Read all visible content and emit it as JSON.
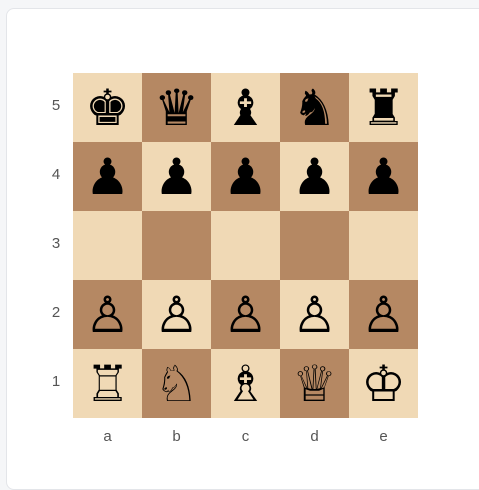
{
  "board": {
    "files": [
      "a",
      "b",
      "c",
      "d",
      "e"
    ],
    "ranks": [
      "5",
      "4",
      "3",
      "2",
      "1"
    ],
    "rows": [
      [
        {
          "piece": "♚",
          "name": "black-king"
        },
        {
          "piece": "♛",
          "name": "black-queen"
        },
        {
          "piece": "♝",
          "name": "black-bishop"
        },
        {
          "piece": "♞",
          "name": "black-knight"
        },
        {
          "piece": "♜",
          "name": "black-rook"
        }
      ],
      [
        {
          "piece": "♟",
          "name": "black-pawn"
        },
        {
          "piece": "♟",
          "name": "black-pawn"
        },
        {
          "piece": "♟",
          "name": "black-pawn"
        },
        {
          "piece": "♟",
          "name": "black-pawn"
        },
        {
          "piece": "♟",
          "name": "black-pawn"
        }
      ],
      [
        {
          "piece": "",
          "name": "empty"
        },
        {
          "piece": "",
          "name": "empty"
        },
        {
          "piece": "",
          "name": "empty"
        },
        {
          "piece": "",
          "name": "empty"
        },
        {
          "piece": "",
          "name": "empty"
        }
      ],
      [
        {
          "piece": "♙",
          "name": "white-pawn"
        },
        {
          "piece": "♙",
          "name": "white-pawn"
        },
        {
          "piece": "♙",
          "name": "white-pawn"
        },
        {
          "piece": "♙",
          "name": "white-pawn"
        },
        {
          "piece": "♙",
          "name": "white-pawn"
        }
      ],
      [
        {
          "piece": "♖",
          "name": "white-rook"
        },
        {
          "piece": "♘",
          "name": "white-knight"
        },
        {
          "piece": "♗",
          "name": "white-bishop"
        },
        {
          "piece": "♕",
          "name": "white-queen"
        },
        {
          "piece": "♔",
          "name": "white-king"
        }
      ]
    ],
    "colors": {
      "light": "#f0d9b5",
      "dark": "#b58863"
    }
  }
}
